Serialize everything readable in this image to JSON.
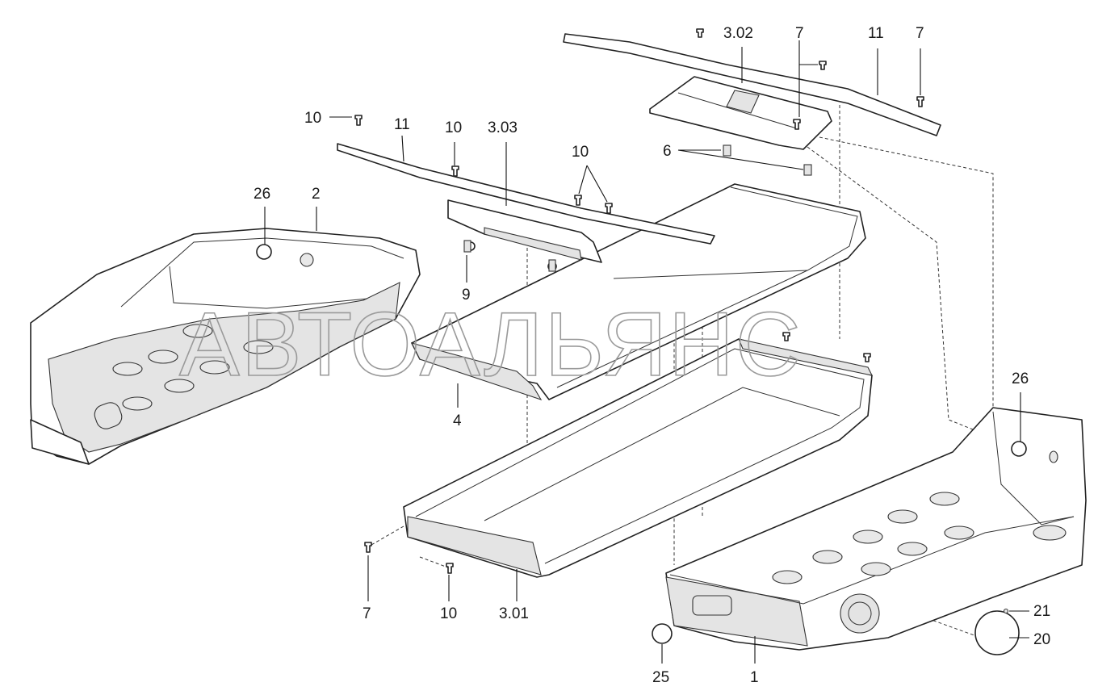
{
  "watermark": "АВТОАЛЬЯНС",
  "labels": {
    "p1": "1",
    "p2": "2",
    "p301": "3.01",
    "p302": "3.02",
    "p303": "3.03",
    "p4": "4",
    "p6": "6",
    "p7_top_left": "7",
    "p7_top_right": "7",
    "p7_bottom": "7",
    "p9": "9",
    "p10_top_left": "10",
    "p10_mid": "10",
    "p10_right": "10",
    "p10_bottom": "10",
    "p11_left": "11",
    "p11_right": "11",
    "p20": "20",
    "p21": "21",
    "p25": "25",
    "p26_left": "26",
    "p26_right": "26"
  }
}
